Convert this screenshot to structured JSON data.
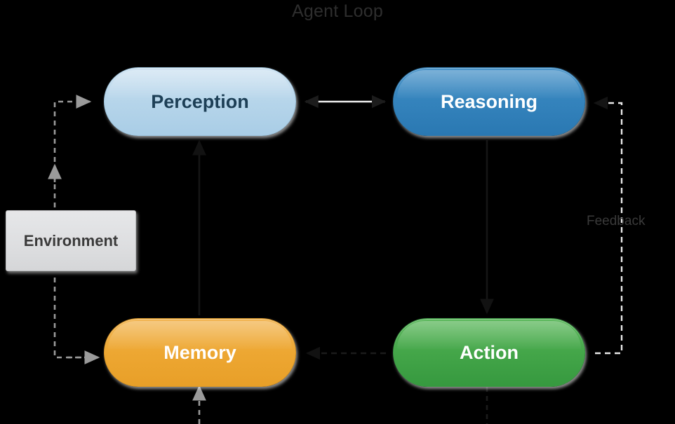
{
  "diagram": {
    "title": "Agent Loop",
    "background_color": "#000000",
    "nodes": [
      {
        "id": "perception",
        "label": "Perception",
        "shape": "pill",
        "fill": "#b6d5ea",
        "text_color": "#1d3f56"
      },
      {
        "id": "reasoning",
        "label": "Reasoning",
        "shape": "pill",
        "fill": "#3584bd",
        "text_color": "#ffffff"
      },
      {
        "id": "memory",
        "label": "Memory",
        "shape": "pill",
        "fill": "#eda732",
        "text_color": "#ffffff"
      },
      {
        "id": "action",
        "label": "Action",
        "shape": "pill",
        "fill": "#44a649",
        "text_color": "#ffffff"
      },
      {
        "id": "environment",
        "label": "Environment",
        "shape": "rectangle",
        "fill": "#dddee0",
        "text_color": "#3a3a3a"
      }
    ],
    "edges": [
      {
        "id": "perception-reasoning",
        "from": "perception",
        "to": "reasoning",
        "style": "solid",
        "arrows": "both",
        "color": "#f2f2f2",
        "label": ""
      },
      {
        "id": "reasoning-action",
        "from": "reasoning",
        "to": "action",
        "style": "solid",
        "arrows": "end",
        "color": "#111111",
        "label": ""
      },
      {
        "id": "action-memory",
        "from": "action",
        "to": "memory",
        "style": "dashed",
        "arrows": "end",
        "color": "#1a1a1a",
        "label": ""
      },
      {
        "id": "memory-perception",
        "from": "memory",
        "to": "perception",
        "style": "solid",
        "arrows": "end",
        "color": "#111111",
        "label": ""
      },
      {
        "id": "action-reasoning-feedback",
        "from": "action",
        "to": "reasoning",
        "style": "dashed",
        "arrows": "end",
        "color": "#e8e8e8",
        "label": "Feedback"
      },
      {
        "id": "environment-perception",
        "from": "environment",
        "to": "perception",
        "style": "dashed",
        "arrows": "end",
        "color": "#9a9a9a",
        "label": ""
      },
      {
        "id": "memory-environment",
        "from": "memory",
        "to": "environment",
        "style": "dashed",
        "arrows": "end",
        "color": "#9a9a9a",
        "label": ""
      },
      {
        "id": "memory-inflow-bottom",
        "from": "",
        "to": "memory",
        "style": "dashed",
        "arrows": "end",
        "color": "#9a9a9a",
        "label": ""
      },
      {
        "id": "action-outflow-bottom",
        "from": "action",
        "to": "",
        "style": "dashed",
        "arrows": "none",
        "color": "#1a1a1a",
        "label": ""
      }
    ],
    "labels": {
      "feedback": "Feedback"
    }
  }
}
